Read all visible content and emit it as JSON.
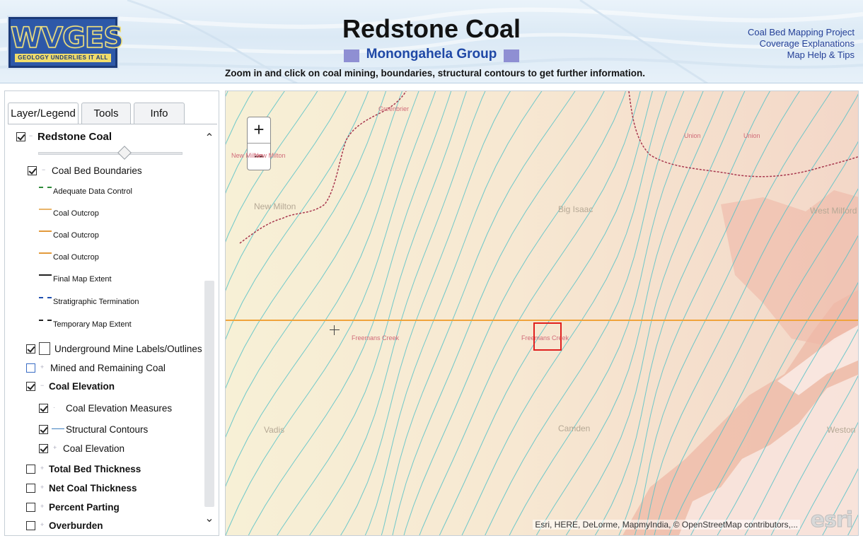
{
  "header": {
    "logo_text": "WVGES",
    "logo_tagline": "GEOLOGY UNDERLIES IT ALL",
    "title": "Redstone Coal",
    "subtitle": "Monongahela Group",
    "instruction": "Zoom in and click on coal mining, boundaries, structural contours to get further information.",
    "links": [
      "Coal Bed Mapping Project",
      "Coverage Explanations",
      "Map Help & Tips"
    ]
  },
  "sidebar": {
    "tabs": [
      "Layer/Legend",
      "Tools",
      "Info"
    ],
    "active_tab": "Layer/Legend",
    "root_layer": {
      "label": "Redstone Coal",
      "checked": true
    },
    "layers": [
      {
        "label": "Coal Bed Boundaries",
        "checked": true,
        "group": true
      },
      {
        "label": "Underground Mine Labels/Outlines",
        "checked": true
      },
      {
        "label": "Mined and Remaining Coal",
        "checked": false
      },
      {
        "label": "Coal Elevation",
        "checked": true,
        "group": true
      },
      {
        "label": "Coal Elevation Measures",
        "checked": true
      },
      {
        "label": "Structural Contours",
        "checked": true
      },
      {
        "label": "Coal Elevation",
        "checked": true
      },
      {
        "label": "Total Bed Thickness",
        "checked": false
      },
      {
        "label": "Net Coal Thickness",
        "checked": false
      },
      {
        "label": "Percent Parting",
        "checked": false
      },
      {
        "label": "Overburden",
        "checked": false
      }
    ],
    "legend_items": [
      {
        "label": "Adequate Data Control",
        "color": "#2e8b3a",
        "style": "dashed"
      },
      {
        "label": "Coal Outcrop",
        "color": "#e9b46a",
        "style": "solid"
      },
      {
        "label": "Coal Outcrop",
        "color": "#e39a3c",
        "style": "solid"
      },
      {
        "label": "Coal Outcrop",
        "color": "#e39a3c",
        "style": "solid"
      },
      {
        "label": "Final Map Extent",
        "color": "#222222",
        "style": "solid"
      },
      {
        "label": "Stratigraphic Termination",
        "color": "#1f4fb0",
        "style": "dashed"
      },
      {
        "label": "Temporary Map Extent",
        "color": "#222222",
        "style": "dashed"
      }
    ],
    "transparency_percent": 60
  },
  "map": {
    "zoom_in": "+",
    "zoom_out": "−",
    "places": [
      "New Milton",
      "New Milton",
      "Big Isaac",
      "West Milford",
      "Vadis",
      "Camden",
      "Weston",
      "Union",
      "Union",
      "Greenbrier",
      "Freemans Creek",
      "Freemans Creek"
    ],
    "attribution": "Esri, HERE, DeLorme, MapmyIndia, © OpenStreetMap contributors,...",
    "esri_logo": "esri",
    "contour_color": "#57c2c8",
    "boundary_color": "#a8384f",
    "outcrop_color": "#f0a33c"
  }
}
